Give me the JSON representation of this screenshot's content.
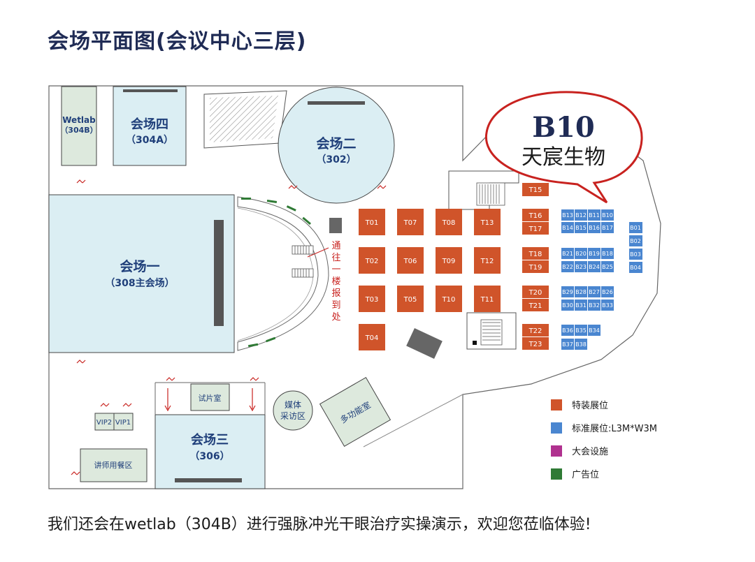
{
  "title": "会场平面图(会议中心三层)",
  "footer": "我们还会在wetlab（304B）进行强脉冲光干眼治疗实操演示，欢迎您莅临体验!",
  "colors": {
    "special_booth": "#d0542a",
    "standard_booth": "#4a86d0",
    "facility": "#b0318f",
    "ad": "#2f7a35",
    "hall_fill": "#dbeef3",
    "callout_border": "#c8221f",
    "title": "#1f2b55"
  },
  "halls": {
    "wetlab": {
      "name": "Wetlab",
      "room": "（304B）"
    },
    "hall4": {
      "name": "会场四",
      "room": "（304A）"
    },
    "hall2": {
      "name": "会场二",
      "room": "（302）"
    },
    "hall1": {
      "name": "会场一",
      "room": "（308主会场）"
    },
    "hall3": {
      "name": "会场三",
      "room": "（306）"
    }
  },
  "rooms": {
    "trial": "试片室",
    "media_1": "媒体",
    "media_2": "采访区",
    "multi": "多功能室",
    "vip2": "VIP2",
    "vip1": "VIP1",
    "lecturer": "讲师用餐区"
  },
  "signage": {
    "to_first_floor": [
      "通",
      "往",
      "一",
      "楼",
      "报",
      "到",
      "处"
    ]
  },
  "callout": {
    "booth": "B10",
    "company": "天宸生物"
  },
  "special_booths": {
    "T01": "T01",
    "T02": "T02",
    "T03": "T03",
    "T04": "T04",
    "T05": "T05",
    "T06": "T06",
    "T07": "T07",
    "T08": "T08",
    "T09": "T09",
    "T10": "T10",
    "T11": "T11",
    "T12": "T12",
    "T13": "T13",
    "T15": "T15",
    "T16": "T16",
    "T17": "T17",
    "T18": "T18",
    "T19": "T19",
    "T20": "T20",
    "T21": "T21",
    "T22": "T22",
    "T23": "T23"
  },
  "standard_booths": {
    "B01": "B01",
    "B02": "B02",
    "B03": "B03",
    "B04": "B04",
    "B10": "B10",
    "B11": "B11",
    "B12": "B12",
    "B13": "B13",
    "B14": "B14",
    "B15": "B15",
    "B16": "B16",
    "B17": "B17",
    "B18": "B18",
    "B19": "B19",
    "B20": "B20",
    "B21": "B21",
    "B22": "B22",
    "B23": "B23",
    "B24": "B24",
    "B25": "B25",
    "B26": "B26",
    "B27": "B27",
    "B28": "B28",
    "B29": "B29",
    "B30": "B30",
    "B31": "B31",
    "B32": "B32",
    "B33": "B33",
    "B34": "B34",
    "B35": "B35",
    "B36": "B36",
    "B37": "B37",
    "B38": "B38"
  },
  "legend": {
    "special": "特装展位",
    "standard": "标准展位:L3M*W3M",
    "facility": "大会设施",
    "ad": "广告位"
  }
}
